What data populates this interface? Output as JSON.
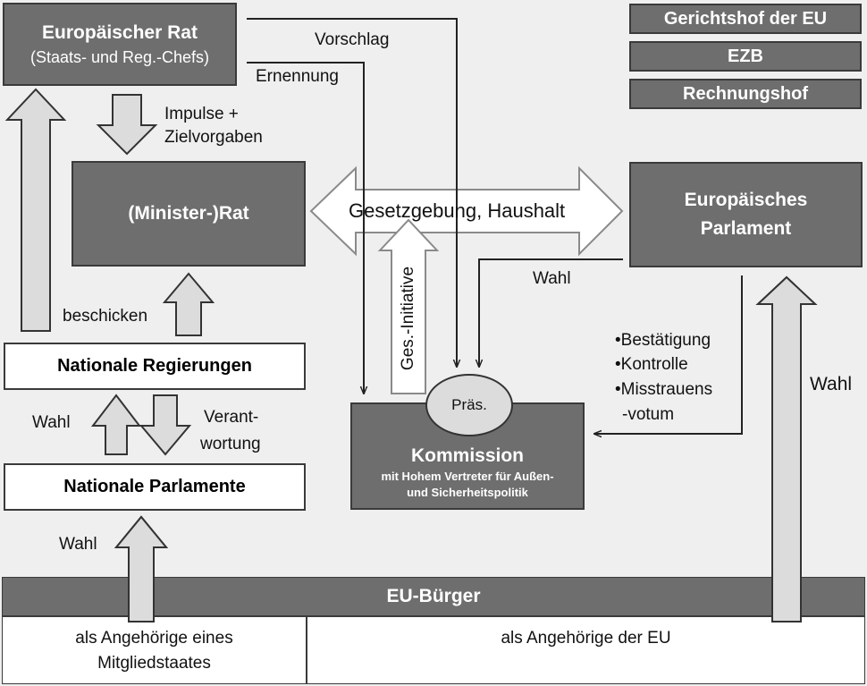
{
  "nodes": {
    "europaeischer_rat": {
      "title": "Europäischer Rat",
      "subtitle": "(Staats- und Reg.-Chefs)"
    },
    "minister_rat": {
      "title": "(Minister-)Rat"
    },
    "gerichtshof": {
      "title": "Gerichtshof der EU"
    },
    "ezb": {
      "title": "EZB"
    },
    "rechnungshof": {
      "title": "Rechnungshof"
    },
    "europaeisches_parlament": {
      "line1": "Europäisches",
      "line2": "Parlament"
    },
    "nationale_regierungen": {
      "title": "Nationale Regierungen"
    },
    "nationale_parlamente": {
      "title": "Nationale Parlamente"
    },
    "kommission": {
      "title": "Kommission",
      "sub1": "mit Hohem Vertreter für Außen-",
      "sub2": "und Sicherheitspolitik",
      "president": "Präs."
    },
    "eu_buerger": {
      "title": "EU-Bürger"
    },
    "citizen_member_state": {
      "line1": "als Angehörige eines",
      "line2": "Mitgliedstaates"
    },
    "citizen_eu": {
      "line1": "als Angehörige der EU"
    }
  },
  "edge_labels": {
    "vorschlag": "Vorschlag",
    "ernennung": "Ernennung",
    "impulse_1": "Impulse +",
    "impulse_2": "Zielvorgaben",
    "gesetzgebung": "Gesetzgebung, Haushalt",
    "ges_initiative": "Ges.-Initiative",
    "wahl_ep_kommission": "Wahl",
    "bestaetigung": "•Bestätigung",
    "kontrolle": "•Kontrolle",
    "misstrauens_1": "•Misstrauens",
    "misstrauens_2": "-votum",
    "wahl_right": "Wahl",
    "beschicken": "beschicken",
    "wahl_nat_reg": "Wahl",
    "verantwortung_1": "Verant-",
    "verantwortung_2": "wortung",
    "wahl_nat_parl": "Wahl"
  },
  "colors": {
    "dark_box": "#6e6e6e",
    "block_arrow_fill": "#dcdcdc",
    "line": "#222222",
    "background": "#efefef"
  }
}
